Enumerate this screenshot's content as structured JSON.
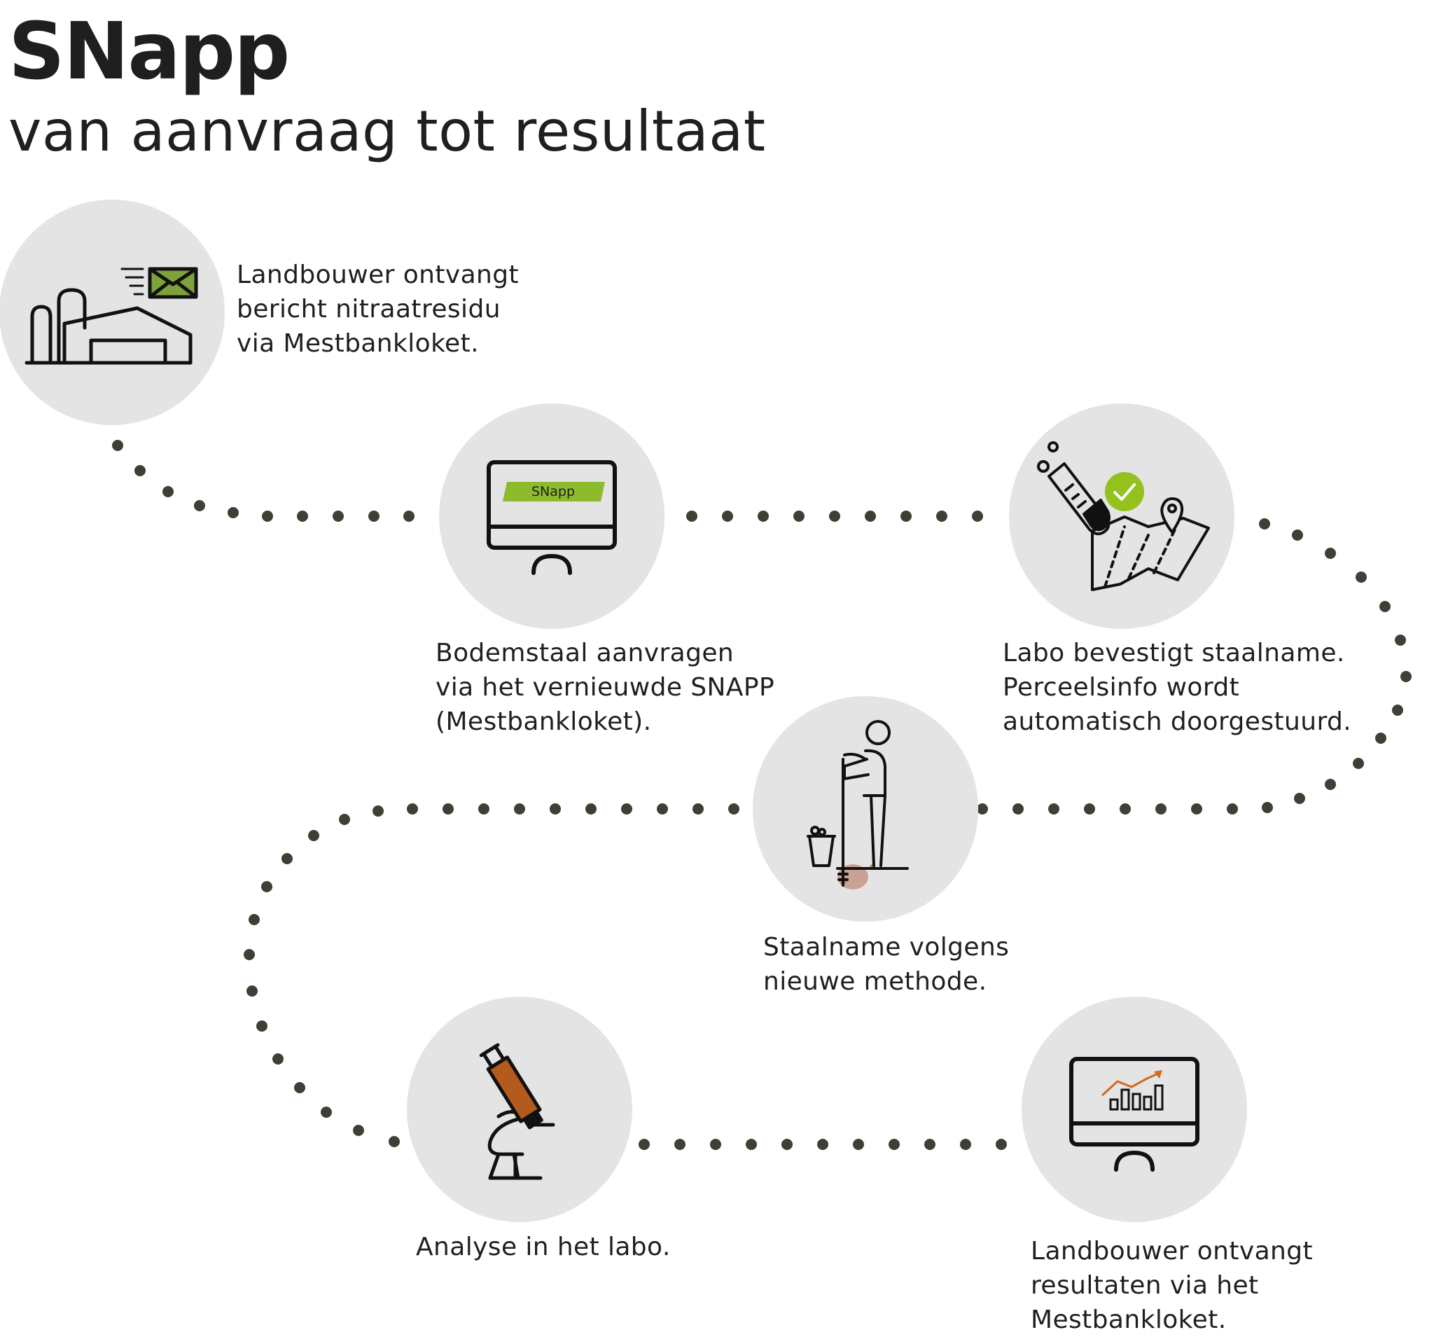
{
  "header": {
    "title": "SNapp",
    "subtitle": "van aanvraag tot resultaat"
  },
  "colors": {
    "circle": "#e4e4e4",
    "dot": "#3f3f35",
    "accent_green": "#7ea23a",
    "check_green": "#95c11f",
    "rust": "#b35a1f",
    "soil": "#b88e80"
  },
  "steps": [
    {
      "icon": "farm-with-message-icon",
      "lines": [
        "Landbouwer ontvangt",
        "bericht nitraatresidu",
        "via Mestbankloket."
      ]
    },
    {
      "icon": "computer-snapp-icon",
      "screen_label": "SNapp",
      "lines": [
        "Bodemstaal aanvragen",
        "via het vernieuwde SNAPP",
        "(Mestbankloket)."
      ]
    },
    {
      "icon": "test-tube-map-check-icon",
      "lines": [
        "Labo bevestigt staalname.",
        "Perceelsinfo wordt",
        "automatisch doorgestuurd."
      ]
    },
    {
      "icon": "person-soil-sampling-icon",
      "lines": [
        "Staalname volgens",
        "nieuwe methode."
      ]
    },
    {
      "icon": "microscope-icon",
      "lines": [
        "Analyse in het labo."
      ]
    },
    {
      "icon": "computer-chart-icon",
      "lines": [
        "Landbouwer ontvangt",
        "resultaten via het",
        "Mestbankloket."
      ]
    }
  ]
}
